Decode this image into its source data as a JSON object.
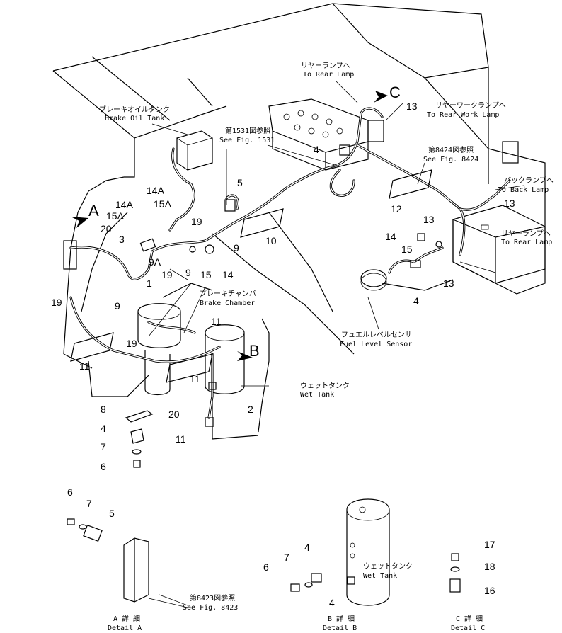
{
  "diagram": {
    "callouts": {
      "A": "A",
      "B": "B",
      "C": "C"
    },
    "labels": {
      "brake_oil_tank_jp": "ブレーキオイルタンク",
      "brake_oil_tank_en": "Brake Oil Tank",
      "see_1531_jp": "第1531図参照",
      "see_1531_en": "See Fig. 1531",
      "to_rear_lamp_jp_top": "リヤーランプへ",
      "to_rear_lamp_en_top": "To Rear Lamp",
      "to_rear_work_lamp_jp": "リヤーワークランプへ",
      "to_rear_work_lamp_en": "To Rear Work Lamp",
      "see_8424_jp": "第8424図参照",
      "see_8424_en": "See Fig. 8424",
      "to_back_lamp_jp": "バックランプへ",
      "to_back_lamp_en": "To Back Lamp",
      "to_rear_lamp_jp_right": "リヤーランプへ",
      "to_rear_lamp_en_right": "To Rear Lamp",
      "brake_chamber_jp": "ブレーキチャンバ",
      "brake_chamber_en": "Brake Chamber",
      "fuel_level_sensor_jp": "フュエルレベルセンサ",
      "fuel_level_sensor_en": "Fuel Level Sensor",
      "wet_tank_jp": "ウェットタンク",
      "wet_tank_en": "Wet Tank",
      "wet_tank_detail_jp": "ウェットタンク",
      "wet_tank_detail_en": "Wet Tank",
      "see_8423_jp": "第8423図参照",
      "see_8423_en": "See Fig. 8423",
      "detail_a_jp": "A 詳 細",
      "detail_a_en": "Detail A",
      "detail_b_jp": "B 詳 細",
      "detail_b_en": "Detail B",
      "detail_c_jp": "C 詳 細",
      "detail_c_en": "Detail C"
    },
    "parts": {
      "p1": "1",
      "p2": "2",
      "p3": "3",
      "p4a": "4",
      "p4b": "4",
      "p4c": "4",
      "p5": "5",
      "p6": "6",
      "p7": "7",
      "p8": "8",
      "p9a": "9",
      "p9b": "9",
      "p9c": "9",
      "p9A": "9A",
      "p10": "10",
      "p11a": "11",
      "p11b": "11",
      "p11c": "11",
      "p11d": "11",
      "p12": "12",
      "p13a": "13",
      "p13b": "13",
      "p13c": "13",
      "p13d": "13",
      "p14": "14",
      "p14b": "14",
      "p14A_1": "14A",
      "p14A_2": "14A",
      "p15": "15",
      "p15b": "15",
      "p15A_1": "15A",
      "p15A_2": "15A",
      "p19a": "19",
      "p19b": "19",
      "p19c": "19",
      "p19d": "19",
      "p20a": "20",
      "p20b": "20",
      "dA_6": "6",
      "dA_7": "7",
      "dA_5": "5",
      "dB_4a": "4",
      "dB_7": "7",
      "dB_6": "6",
      "dB_4b": "4",
      "dC_17": "17",
      "dC_18": "18",
      "dC_16": "16"
    }
  }
}
